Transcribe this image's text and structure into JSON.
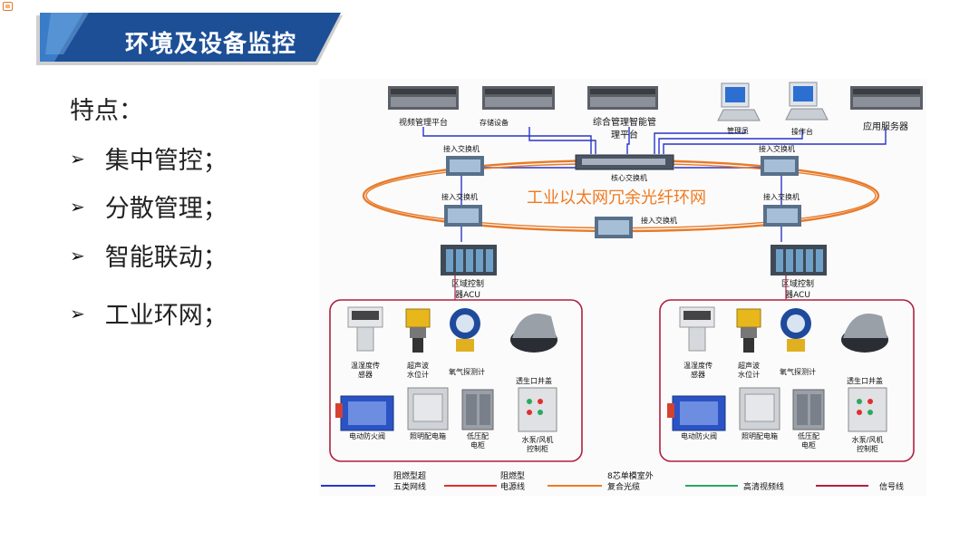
{
  "header": {
    "title": "环境及设备监控"
  },
  "features": {
    "heading": "特点：",
    "items": [
      "集中管控；",
      "分散管理；",
      "智能联动；",
      "工业环网；"
    ]
  },
  "diagram": {
    "ring_title": "工业以太网冗余光纤环网",
    "top_devices": [
      "视频管理平台",
      "存储设备",
      "综合管理智能管",
      "理平台",
      "管理员",
      "操作台",
      "应用服务器"
    ],
    "core_switch": "核心交换机",
    "access_switch": "接入交换机",
    "acu_label_1": "区域控制",
    "acu_label_2": "器ACU",
    "field_devices": {
      "temp_sensor": [
        "温湿度传",
        "感器"
      ],
      "level_meter": [
        "超声波",
        "水位计"
      ],
      "oxygen": "氧气探测计",
      "manhole": "透生口井盖",
      "fire_valve": "电动防火阀",
      "lighting_box": "照明配电箱",
      "lv_cabinet": [
        "低压配",
        "电柜"
      ],
      "pump_cabinet": [
        "水泵/风机",
        "控制柜"
      ]
    },
    "legend": [
      {
        "label": [
          "阻燃型超",
          "五类网线"
        ],
        "color": "#2a35c8"
      },
      {
        "label": [
          "阻燃型",
          "电源线"
        ],
        "color": "#e0302a"
      },
      {
        "label": [
          "8芯单模室外",
          "复合光缆"
        ],
        "color": "#f07a20"
      },
      {
        "label": [
          "高清视频线"
        ],
        "color": "#2aa860"
      },
      {
        "label": [
          "信号线"
        ],
        "color": "#b02040"
      }
    ],
    "colors": {
      "ring": "#e87a28",
      "network": "#2a35c8",
      "signal": "#b02040",
      "banner": "#1d4f96"
    }
  }
}
